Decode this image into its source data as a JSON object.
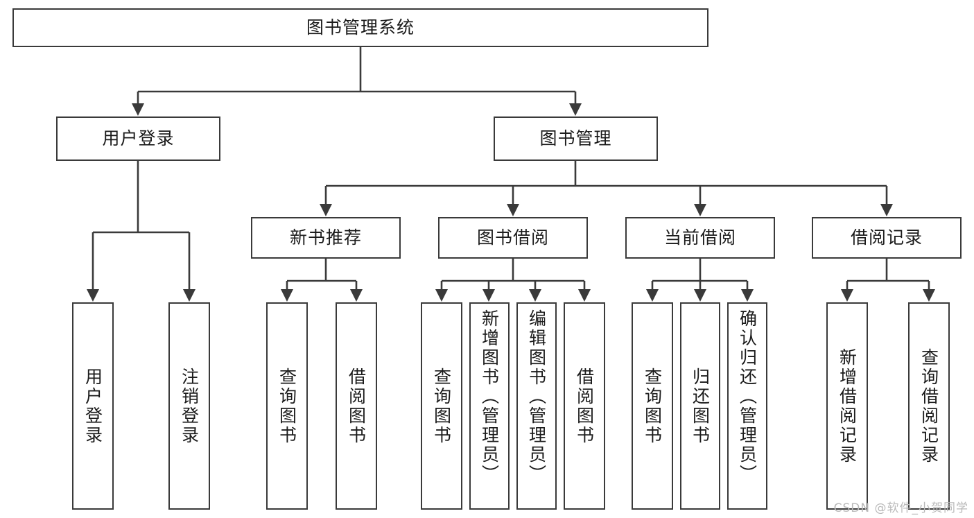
{
  "diagram": {
    "title": "图书管理系统",
    "type": "tree-hierarchy-diagram",
    "colors": {
      "box_border": "#3a3a3a",
      "box_fill": "#ffffff",
      "connector": "#3a3a3a",
      "text": "#1b1b1b",
      "watermark": "#b9b9b9",
      "background": "#ffffff"
    },
    "root": {
      "label": "图书管理系统"
    },
    "level2": [
      {
        "label": "用户登录"
      },
      {
        "label": "图书管理"
      }
    ],
    "level3": [
      {
        "label": "新书推荐"
      },
      {
        "label": "图书借阅"
      },
      {
        "label": "当前借阅"
      },
      {
        "label": "借阅记录"
      }
    ],
    "leaves": {
      "user_login": [
        {
          "label": "用户登录"
        },
        {
          "label": "注销登录"
        }
      ],
      "new_book_recommend": [
        {
          "label": "查询图书"
        },
        {
          "label": "借阅图书"
        }
      ],
      "book_borrow": [
        {
          "label": "查询图书"
        },
        {
          "label": "新增图书（管理员）"
        },
        {
          "label": "编辑图书（管理员）"
        },
        {
          "label": "借阅图书"
        }
      ],
      "current_borrow": [
        {
          "label": "查询图书"
        },
        {
          "label": "归还图书"
        },
        {
          "label": "确认归还（管理员）"
        }
      ],
      "borrow_record": [
        {
          "label": "新增借阅记录"
        },
        {
          "label": "查询借阅记录"
        }
      ]
    },
    "watermark": "CSDN @软件_小贺同学"
  }
}
